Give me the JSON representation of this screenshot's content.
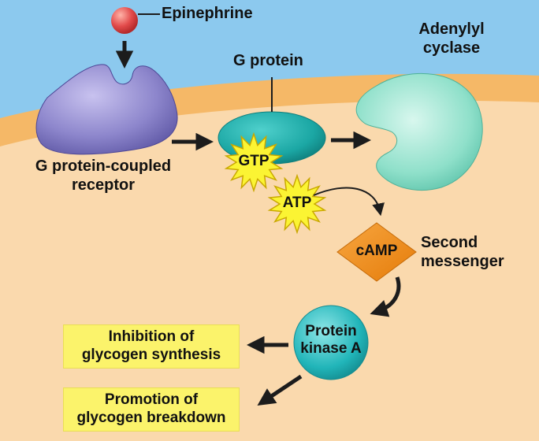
{
  "labels": {
    "epinephrine": "Epinephrine",
    "g_protein": "G protein",
    "adenylyl_cyclase_1": "Adenylyl",
    "adenylyl_cyclase_2": "cyclase",
    "gpcr_1": "G protein-coupled",
    "gpcr_2": "receptor",
    "gtp": "GTP",
    "atp": "ATP",
    "camp": "cAMP",
    "second_messenger_1": "Second",
    "second_messenger_2": "messenger",
    "protein_kinase_1": "Protein",
    "protein_kinase_2": "kinase A"
  },
  "outcomes": [
    {
      "line1": "Inhibition of",
      "line2": "glycogen synthesis"
    },
    {
      "line1": "Promotion of",
      "line2": "glycogen breakdown"
    }
  ],
  "colors": {
    "extracellular": "#8cc9ee",
    "membrane": "#f5b867",
    "cytoplasm": "#fad9ad",
    "receptor": "#8d86cc",
    "g_protein": "#1ba7a4",
    "adenylyl_cyclase": "#8fe0ca",
    "camp": "#f08a12",
    "protein_kinase": "#21b5b9",
    "epinephrine": "#e24b4b",
    "burst": "#fbf433",
    "outcome_box": "#fbf36b"
  }
}
